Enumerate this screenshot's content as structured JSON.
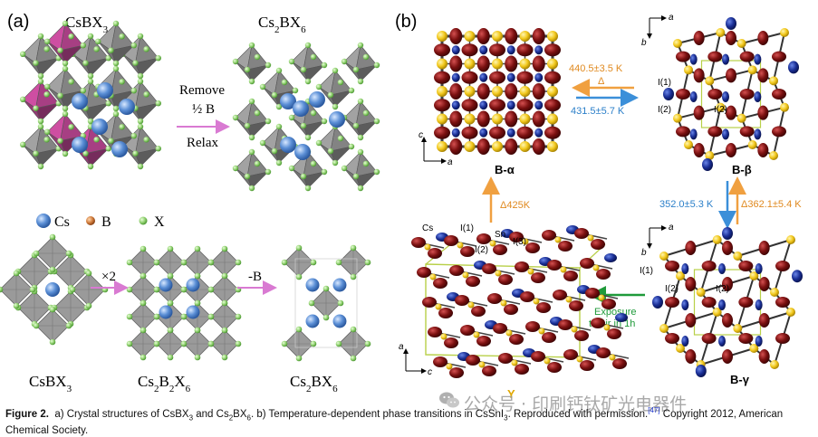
{
  "panel_a": {
    "label": "(a)",
    "top_left_title": "CsBX3",
    "top_right_title": "Cs2BX6",
    "arrow_text": [
      "Remove",
      "½ B",
      "Relax"
    ],
    "legend": [
      {
        "label": "Cs",
        "color": "#5b8fd6"
      },
      {
        "label": "B",
        "color": "#d07a3a"
      },
      {
        "label": "X",
        "color": "#8fcf6e"
      }
    ],
    "multiplier": "×2",
    "minus_b": "-B",
    "bottom_labels": [
      "CsBX3",
      "Cs2B2X6",
      "Cs2BX6"
    ]
  },
  "panel_b": {
    "label": "(b)",
    "phases": [
      "B-α",
      "B-β",
      "B-γ"
    ],
    "transition_up": {
      "temp": "440.5±3.5 K",
      "symbol": "Δ"
    },
    "transition_down": {
      "temp": "431.5±5.7 K"
    },
    "beta_gamma_down": "352.0±5.3 K",
    "gamma_beta_up": "Δ362.1±5.4 K",
    "delta_425": "Δ425K",
    "exposure": [
      "Exposure",
      "to air in 1h"
    ],
    "atom_labels": [
      "Cs",
      "I(1)",
      "I(2)",
      "Sn",
      "I(3)"
    ],
    "beta_labels": [
      "I(1)",
      "I(2)",
      "I(2)"
    ],
    "gamma_labels": [
      "I(1)",
      "I(2)",
      "I(2)"
    ],
    "axis": {
      "a": "a",
      "b": "b",
      "c": "c"
    },
    "bottom_y": "Y"
  },
  "caption": {
    "figure": "Figure 2.",
    "text": "a) Crystal structures of CsBX3 and Cs2BX6. b) Temperature-dependent phase transitions in CsSnI3. Reproduced with permission.[47] Copyright 2012, American Chemical Society."
  },
  "watermark": "公众号 · 印刷钙钛矿光电器件",
  "colors": {
    "octahedron": "#9a9a9a",
    "octahedron_pink": "#c44a9a",
    "cs_blue": "#5b8fd6",
    "x_green": "#8fcf6e",
    "iodine_dark_red": "#6e0b0b",
    "sn_yellow": "#f2c81c",
    "cs_navy": "#10207a",
    "arrow_orange": "#f0a040",
    "arrow_blue": "#3b8fd9",
    "arrow_green": "#1f9a3a",
    "arrow_pink": "#d97ad2"
  }
}
